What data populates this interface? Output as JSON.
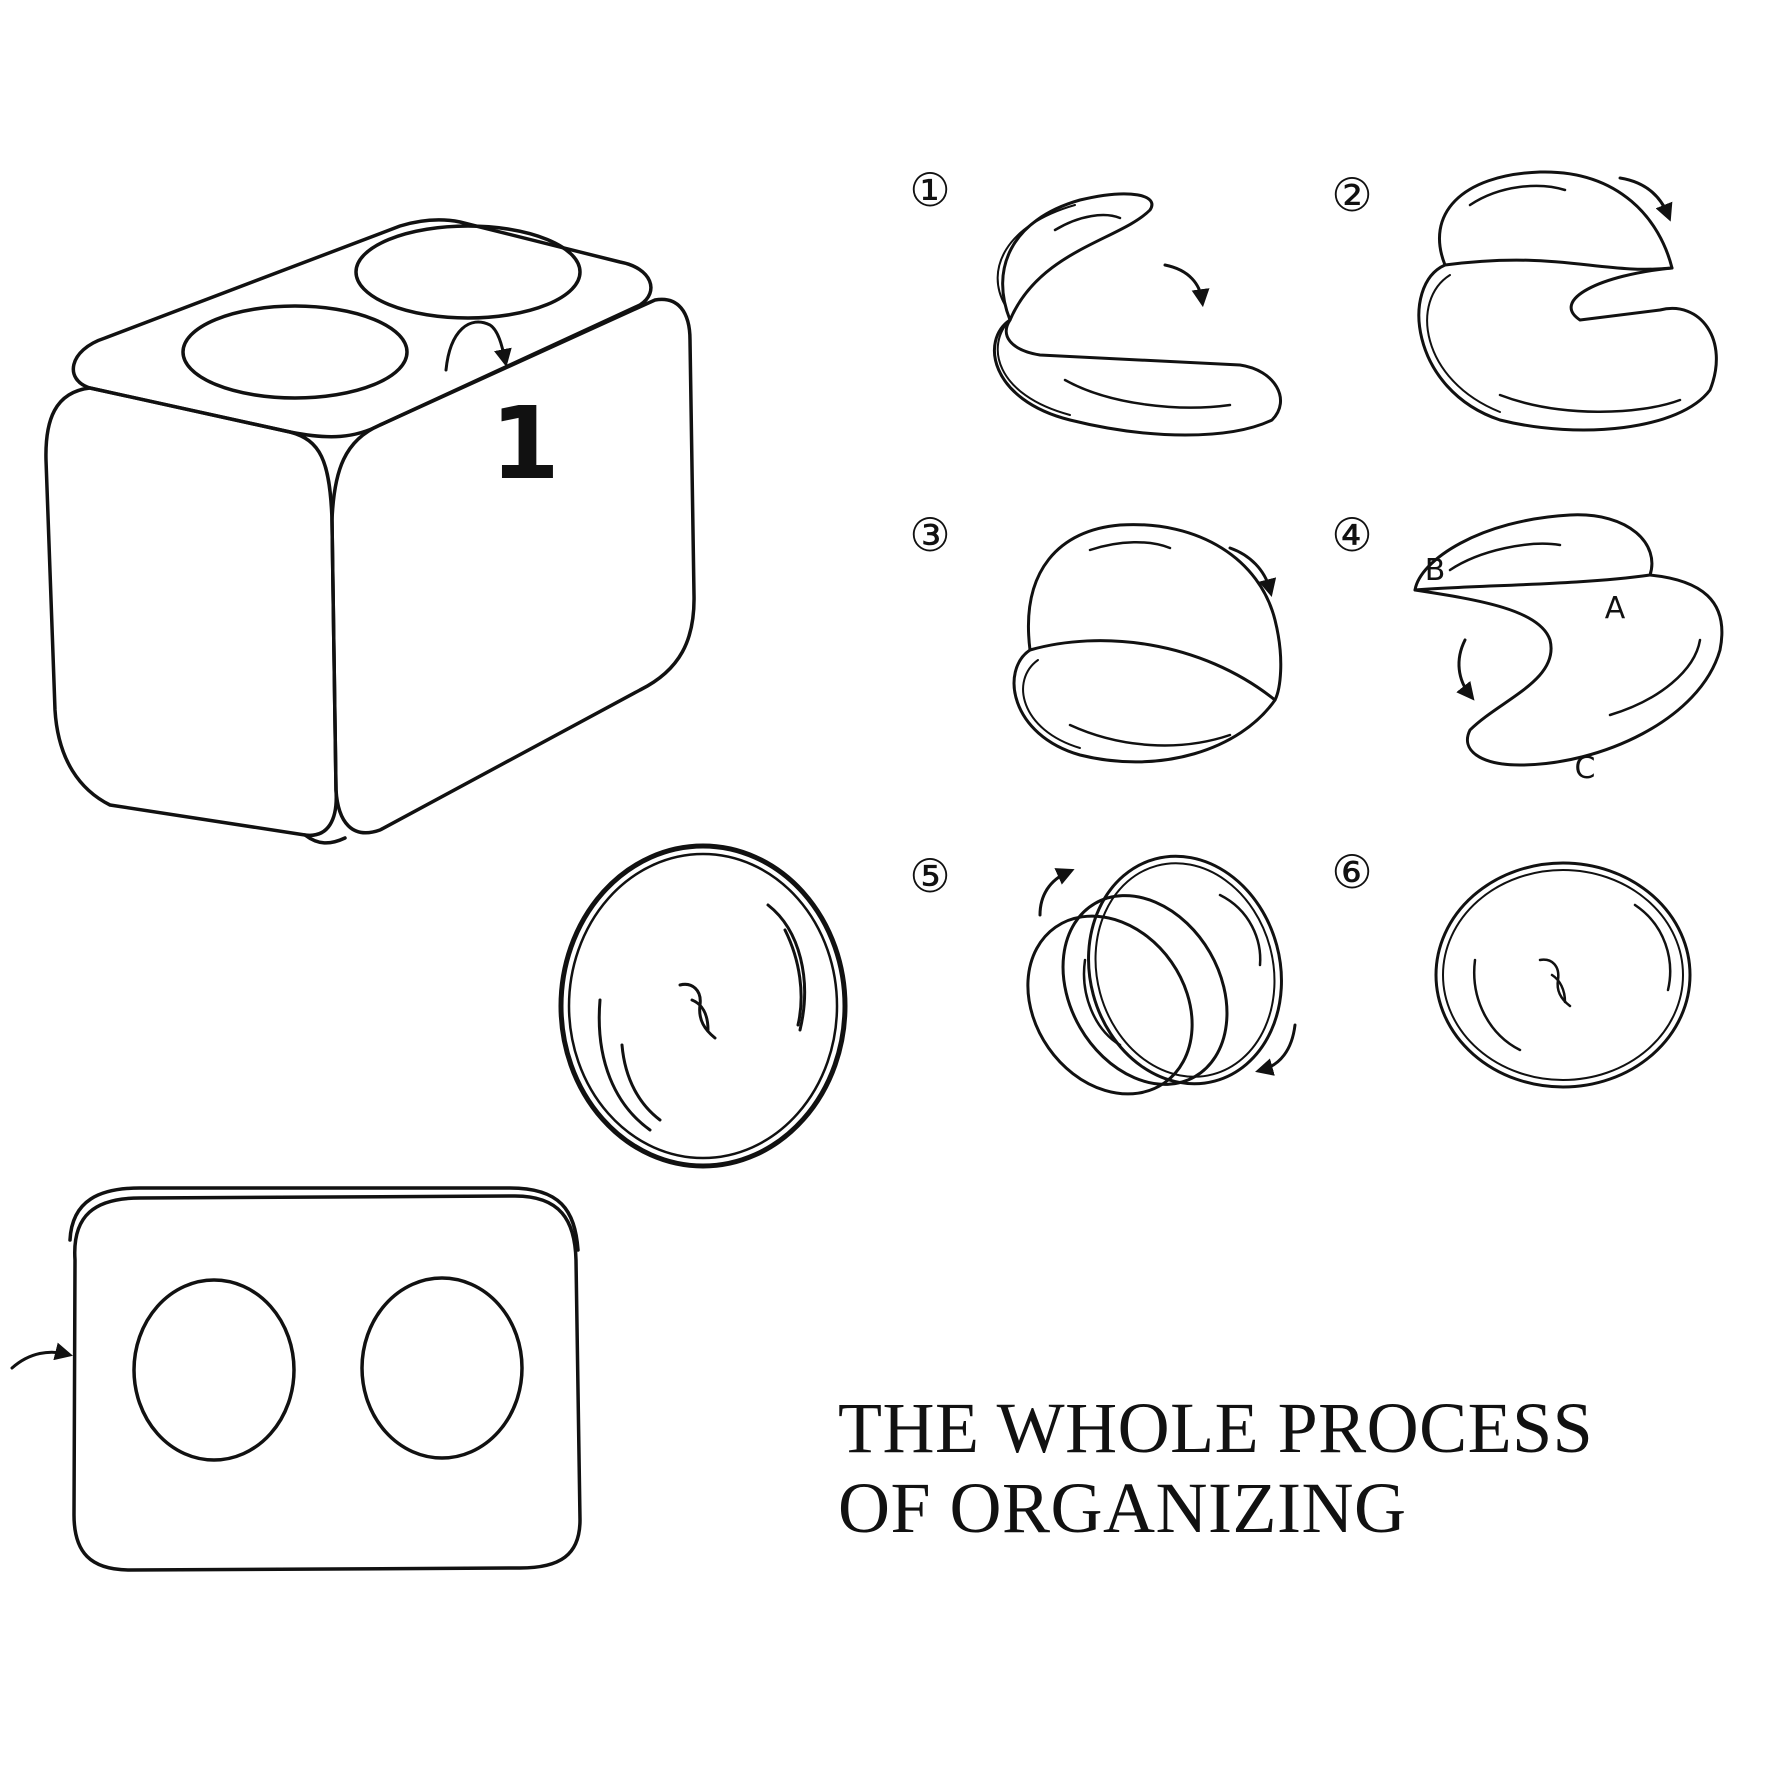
{
  "cube_label": "1",
  "steps": [
    {
      "number": "①"
    },
    {
      "number": "②"
    },
    {
      "number": "③"
    },
    {
      "number": "④",
      "points": [
        "B",
        "A",
        "C"
      ]
    },
    {
      "number": "⑤"
    },
    {
      "number": "⑥"
    }
  ],
  "title": {
    "line1": "THE WHOLE PROCESS",
    "line2": "OF ORGANIZING"
  }
}
